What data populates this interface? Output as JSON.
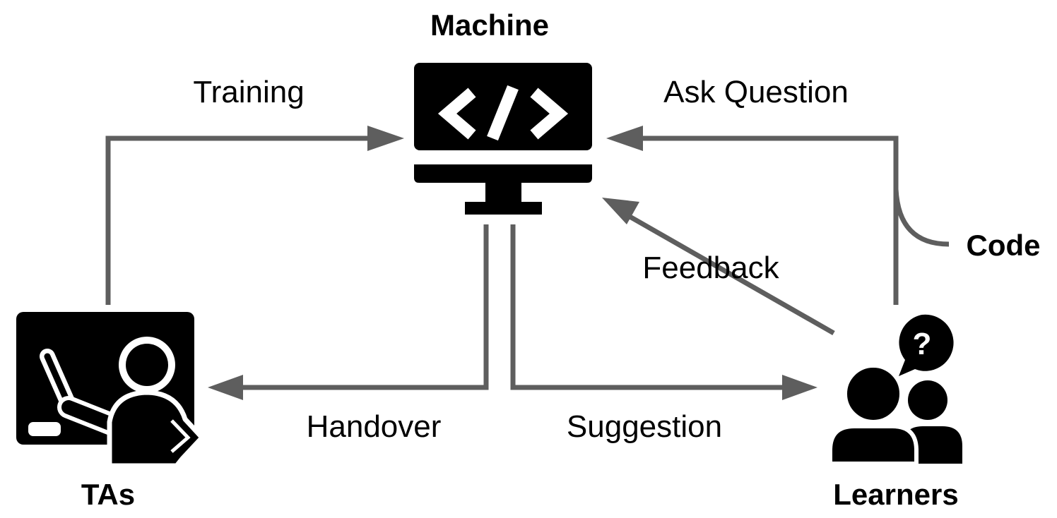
{
  "nodes": {
    "machine": {
      "label": "Machine",
      "icon": "code-monitor-icon"
    },
    "tas": {
      "label": "TAs",
      "icon": "teacher-at-blackboard-icon"
    },
    "learners": {
      "label": "Learners",
      "icon": "learners-with-question-icon"
    }
  },
  "edges": {
    "training": {
      "label": "Training",
      "from": "TAs",
      "to": "Machine"
    },
    "ask_question": {
      "label": "Ask Question",
      "from": "Learners",
      "to": "Machine"
    },
    "code": {
      "label": "Code"
    },
    "feedback": {
      "label": "Feedback",
      "from": "Learners",
      "to": "Machine"
    },
    "handover": {
      "label": "Handover",
      "from": "Machine",
      "to": "TAs"
    },
    "suggestion": {
      "label": "Suggestion",
      "from": "Machine",
      "to": "Learners"
    }
  },
  "colors": {
    "connector": "#5e5e5e",
    "icon": "#000000",
    "background": "#ffffff"
  }
}
